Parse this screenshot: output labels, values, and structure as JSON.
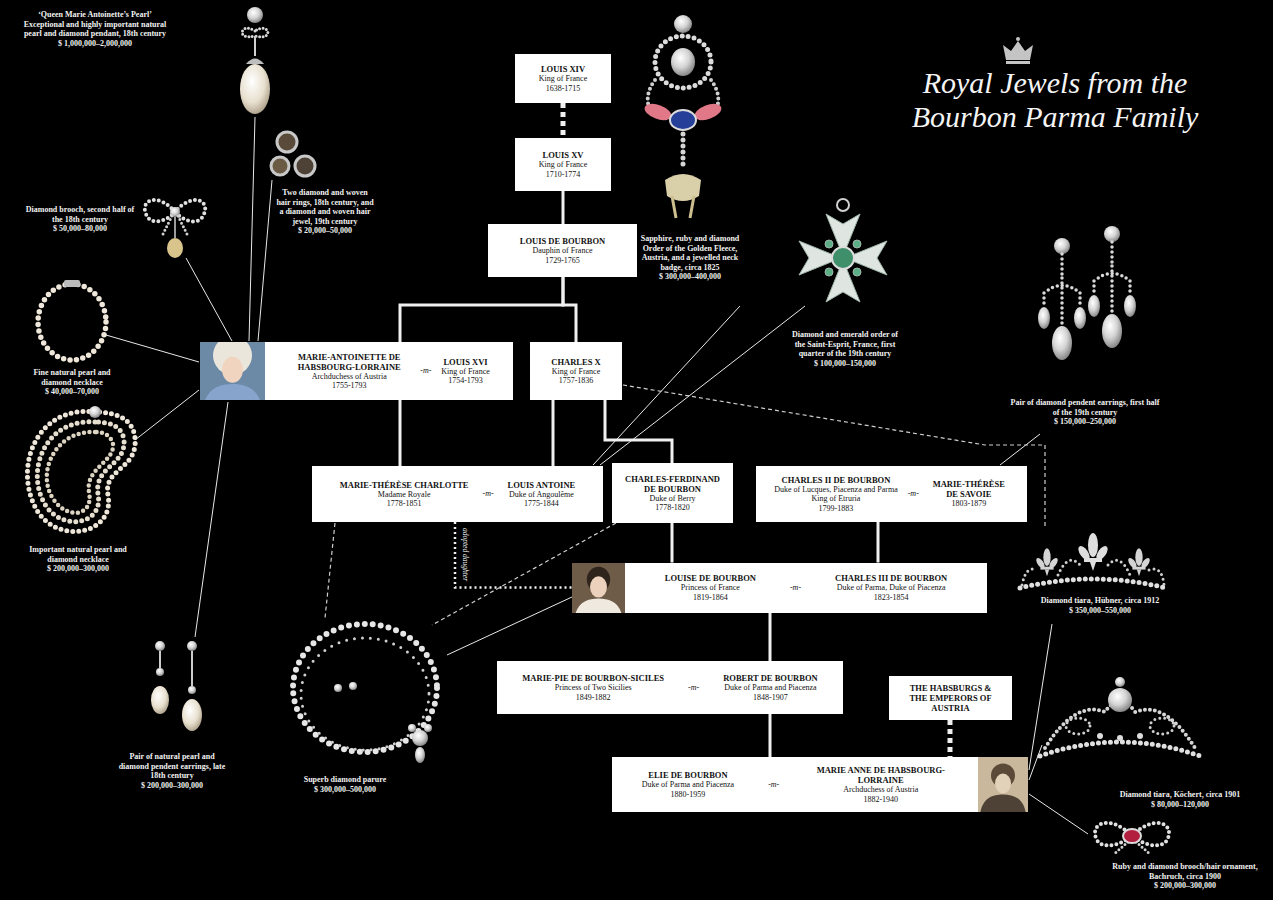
{
  "diagram": {
    "title": "Royal Jewels from the Bourbon Parma Family",
    "nodes": [
      {
        "text": [
          "LOUIS XIV",
          "King of France",
          "1638-1715"
        ]
      },
      {
        "text": [
          "LOUIS XV",
          "King of France",
          "1710-1774"
        ]
      },
      {
        "text": [
          "LOUIS DE BOURBON",
          "Dauphin of France",
          "1729-1765"
        ]
      },
      {
        "text": [
          "MARIE-ANTOINETTE DE HABSBOURG-LORRAINE",
          "Archduchess of Austria",
          "1755-1793",
          "-m-",
          "LOUIS XVI",
          "King of France",
          "1754-1793"
        ]
      },
      {
        "text": [
          "CHARLES X",
          "King of France",
          "1757-1836"
        ]
      },
      {
        "text": [
          "MARIE-THÉRÈSE CHARLOTTE",
          "Madame Royale",
          "1778-1851",
          "-m-",
          "LOUIS ANTOINE",
          "Duke of Angoulême",
          "1775-1844"
        ]
      },
      {
        "text": [
          "CHARLES-FERDINAND DE BOURBON",
          "Duke of Berry",
          "1778-1820"
        ]
      },
      {
        "text": [
          "CHARLES II DE BOURBON",
          "Duke of Lucques, Piacenza and Parma",
          "King of Etruria",
          "1799-1883",
          "-m-",
          "MARIE-THÉRÈSE DE SAVOIE",
          "1803-1879"
        ]
      },
      {
        "text": [
          "LOUISE DE BOURBON",
          "Princess of France",
          "1819-1864",
          "-m-",
          "CHARLES III DE BOURBON",
          "Duke of Parma, Duke of Piacenza",
          "1823-1854"
        ]
      },
      {
        "text": [
          "MARIE-PIE DE BOURBON-SICILES",
          "Princess of Two Sicilies",
          "1849-1882",
          "-m-",
          "ROBERT DE BOURBON",
          "Duke of Parma and Piacenza",
          "1848-1907"
        ]
      },
      {
        "text": [
          "THE HABSBURGS & THE EMPERORS OF AUSTRIA"
        ]
      },
      {
        "text": [
          "ELIE DE BOURBON",
          "Duke of Parma and Piacenza",
          "1880-1959",
          "-m-",
          "MARIE ANNE DE HABSBOURG-LORRAINE",
          "Archduchess of Austria",
          "1882-1940"
        ]
      }
    ],
    "edges": [
      {
        "from": 0,
        "to": 1,
        "arrow": "none"
      },
      {
        "from": 1,
        "to": 2,
        "arrow": "none"
      },
      {
        "from": 2,
        "to": 3,
        "arrow": "none"
      },
      {
        "from": 2,
        "to": 4,
        "arrow": "none"
      },
      {
        "from": 3,
        "to": 5,
        "arrow": "none"
      },
      {
        "from": 4,
        "to": 5,
        "arrow": "none"
      },
      {
        "from": 4,
        "to": 6,
        "arrow": "none"
      },
      {
        "from": 6,
        "to": 8,
        "arrow": "none"
      },
      {
        "from": 7,
        "to": 8,
        "arrow": "none"
      },
      {
        "from": 5,
        "to": 8,
        "label": "adopted daughter",
        "arrow": "none"
      },
      {
        "from": 8,
        "to": 9,
        "arrow": "none"
      },
      {
        "from": 9,
        "to": 11,
        "arrow": "none"
      },
      {
        "from": 10,
        "to": 11,
        "arrow": "none"
      }
    ],
    "labels": [
      "‘Queen Marie Antoinette’s Pearl’ Exceptional and highly important natural pearl and diamond pendant, 18th century",
      "$ 1,000,000–2,000,000",
      "Diamond brooch, second half of the 18th century",
      "$ 50,000–80,000",
      "Two diamond and woven hair rings, 18th century, and a diamond and woven hair jewel, 19th century",
      "$ 20,000–50,000",
      "Fine natural pearl and diamond necklace",
      "$ 40,000–70,000",
      "Important natural pearl and diamond necklace",
      "$ 200,000–300,000",
      "Pair of natural pearl and diamond pendent earrings, late 18th century",
      "$ 200,000–300,000",
      "Superb diamond parure",
      "$ 300,000–500,000",
      "Sapphire, ruby and diamond Order of the Golden Fleece, Austria, and a jewelled neck badge, circa 1825",
      "$ 300,000–400,000",
      "Diamond and emerald order of the Saint-Esprit, France, first quarter of the 19th century",
      "$ 100,000–150,000",
      "Pair of diamond pendent earrings, first half of the 19th century",
      "$ 150,000–250,000",
      "Diamond tiara, Hübner, circa 1912",
      "$ 350,000–550,000",
      "Diamond tiara, Köchert, circa 1901",
      "$ 80,000–120,000",
      "Ruby and diamond brooch/hair ornament, Bachruch, circa 1900",
      "$ 200,000–300,000"
    ]
  }
}
